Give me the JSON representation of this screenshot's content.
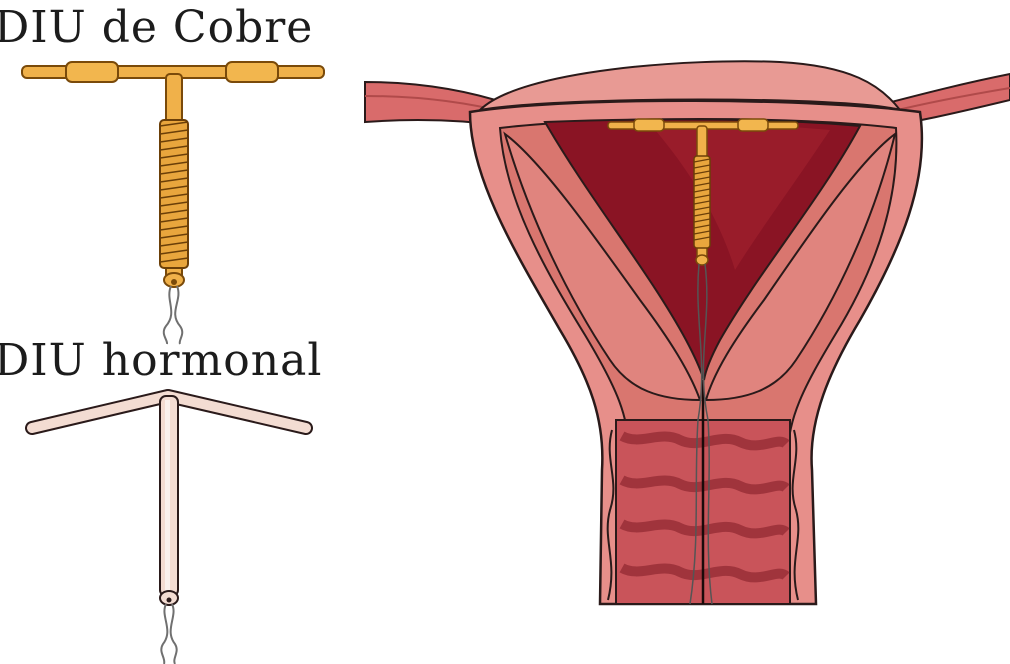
{
  "labels": {
    "copper_iud": "DIU de Cobre",
    "hormonal_iud": "DIU hormonal"
  },
  "colors": {
    "copper": "#f0b14a",
    "copper_outline": "#7a4a0a",
    "hormonal_device": "#f3dcd2",
    "uterine_wall": "#d97b74",
    "cavity": "#8a1424",
    "outline": "#2a1a1a"
  },
  "icons": [
    "copper-iud-illustration",
    "hormonal-iud-illustration",
    "uterus-illustration"
  ]
}
